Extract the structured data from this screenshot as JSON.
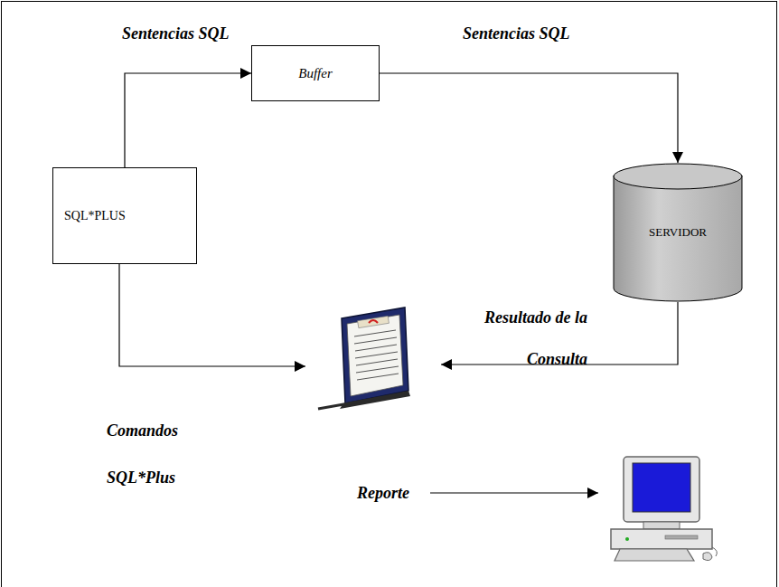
{
  "diagram": {
    "nodes": [
      {
        "text": [
          "SQL*PLUS"
        ]
      },
      {
        "text": [
          "Buffer"
        ]
      },
      {
        "text": [
          "SERVIDOR"
        ]
      }
    ],
    "edges": [
      {
        "from": 0,
        "to": 1,
        "arrow": "to",
        "label": "Sentencias SQL"
      },
      {
        "from": 1,
        "to": 2,
        "arrow": "to",
        "label": "Sentencias SQL"
      }
    ],
    "labels": [
      "Resultado de la Consulta",
      "Comandos SQL*Plus",
      "Reporte"
    ]
  }
}
